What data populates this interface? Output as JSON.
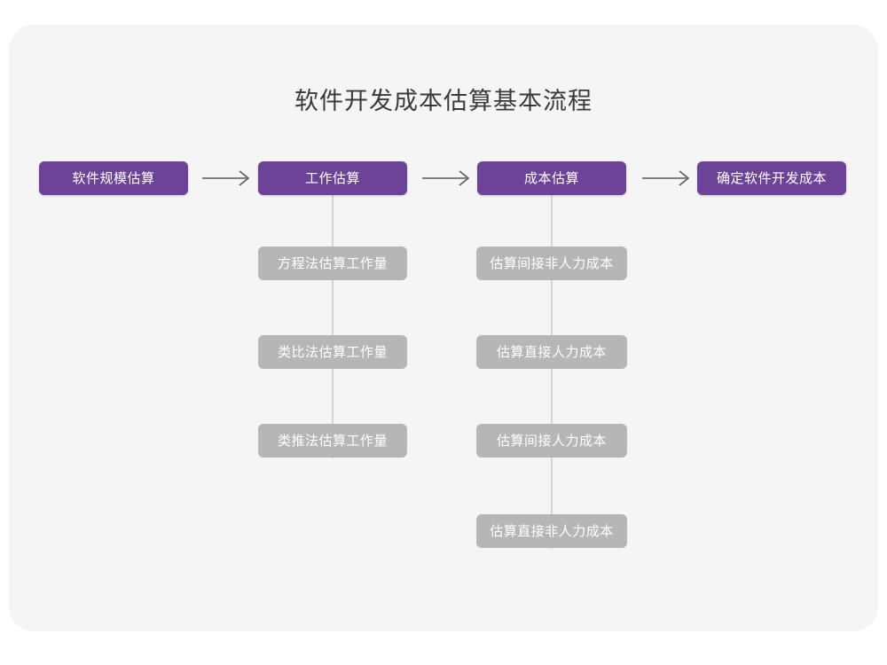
{
  "page": {
    "title": "软件开发成本估算基本流程",
    "background_color": "#ffffff",
    "card_color": "#f5f5f5"
  },
  "theme": {
    "primary_color": "#6d4398",
    "secondary_color": "#b6b6b6",
    "connector_color": "#d3d3d3",
    "arrow_color": "#595959",
    "title_color": "#3a3a3a"
  },
  "chart_data": {
    "type": "diagram",
    "title": "软件开发成本估算基本流程",
    "orientation": "left-to-right",
    "main_flow": [
      {
        "id": "step1",
        "label": "软件规模估算"
      },
      {
        "id": "step2",
        "label": "工作估算"
      },
      {
        "id": "step3",
        "label": "成本估算"
      },
      {
        "id": "step4",
        "label": "确定软件开发成本"
      }
    ],
    "connectors": [
      {
        "from": "step1",
        "to": "step2",
        "style": "arrow"
      },
      {
        "from": "step2",
        "to": "step3",
        "style": "arrow"
      },
      {
        "from": "step3",
        "to": "step4",
        "style": "arrow"
      },
      {
        "from": "step2",
        "to": "step2_sub",
        "style": "line"
      },
      {
        "from": "step3",
        "to": "step3_sub",
        "style": "line"
      }
    ],
    "sub_flows": [
      {
        "parent": "step2",
        "items": [
          {
            "label": "方程法估算工作量"
          },
          {
            "label": "类比法估算工作量"
          },
          {
            "label": "类推法估算工作量"
          }
        ]
      },
      {
        "parent": "step3",
        "items": [
          {
            "label": "估算间接非人力成本"
          },
          {
            "label": "估算直接人力成本"
          },
          {
            "label": "估算间接人力成本"
          },
          {
            "label": "估算直接非人力成本"
          }
        ]
      }
    ]
  },
  "nodes": {
    "step1": "软件规模估算",
    "step2": "工作估算",
    "step3": "成本估算",
    "step4": "确定软件开发成本",
    "col2_sub1": "方程法估算工作量",
    "col2_sub2": "类比法估算工作量",
    "col2_sub3": "类推法估算工作量",
    "col3_sub1": "估算间接非人力成本",
    "col3_sub2": "估算直接人力成本",
    "col3_sub3": "估算间接人力成本",
    "col3_sub4": "估算直接非人力成本"
  }
}
